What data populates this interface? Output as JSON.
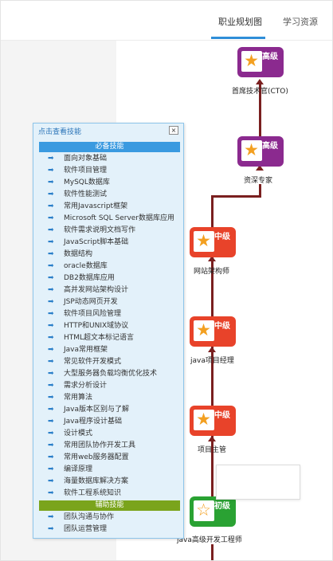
{
  "tabs": {
    "career_path": "职业规划图",
    "learning_resources": "学习资源"
  },
  "colors": {
    "accent": "#2f8ed8",
    "connector": "#7a1f1f",
    "senior": "#8b2a8f",
    "intermediate": "#e8432a",
    "junior": "#2aa233"
  },
  "roadmap": {
    "nodes": [
      {
        "label": "首席技术官(CTO)",
        "level": "高级",
        "icon": "star-icon"
      },
      {
        "label": "资深专家",
        "level": "高级",
        "icon": "star-icon"
      },
      {
        "label": "网站架构师",
        "level": "中级",
        "icon": "half-star-icon"
      },
      {
        "label": "java项目经理",
        "level": "中级",
        "icon": "half-star-icon"
      },
      {
        "label": "项目主管",
        "level": "中级",
        "icon": "half-star-icon"
      },
      {
        "label": "java高级开发工程师",
        "level": "初级",
        "icon": "star-outline-icon"
      }
    ]
  },
  "skills_panel": {
    "title": "点击查看技能",
    "close": "×",
    "required_title": "必备技能",
    "required": [
      "面向对象基础",
      "软件项目管理",
      "MySQL数据库",
      "软件性能测试",
      "常用Javascript框架",
      "Microsoft SQL Server数据库应用",
      "软件需求说明文档写作",
      "JavaScript脚本基础",
      "数据结构",
      "oracle数据库",
      "DB2数据库应用",
      "高并发网站架构设计",
      "JSP动态网页开发",
      "软件项目风险管理",
      "HTTP和UNIX域协议",
      "HTML超文本标记语言",
      "Java常用框架",
      "常见软件开发模式",
      "大型服务器负载均衡优化技术",
      "需求分析设计",
      "常用算法",
      "Java版本区别与了解",
      "Java程序设计基础",
      "设计模式",
      "常用团队协作开发工具",
      "常用web服务器配置",
      "编译原理",
      "海量数据库解决方案",
      "软件工程系统知识"
    ],
    "auxiliary_title": "辅助技能",
    "auxiliary": [
      "团队沟通与协作",
      "团队运营管理"
    ]
  }
}
